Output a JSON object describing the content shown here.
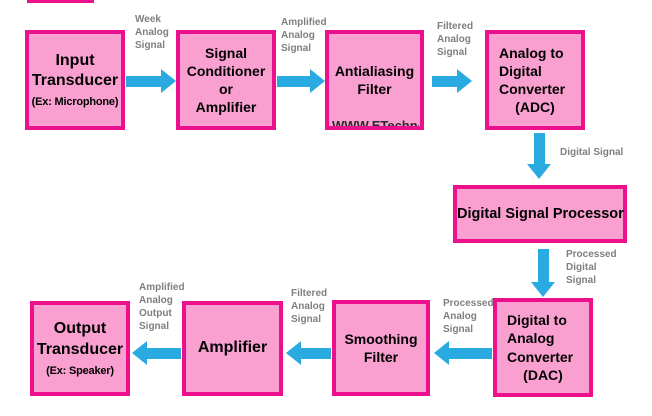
{
  "colors": {
    "box_fill": "#F9A0D0",
    "box_border": "#EC108C",
    "arrow": "#29ABE2",
    "label_text": "#7F7F7F",
    "box_text": "#000000"
  },
  "blocks": [
    {
      "id": "input-transducer",
      "lines": [
        "Input",
        "Transducer"
      ],
      "sub": "(Ex: Microphone)"
    },
    {
      "id": "signal-conditioner",
      "lines": [
        "Signal",
        "Conditioner",
        "or",
        "Amplifier"
      ]
    },
    {
      "id": "antialiasing-filter",
      "lines": [
        "Antialiasing",
        "Filter"
      ],
      "watermark": "WWW.ETechnoG"
    },
    {
      "id": "adc",
      "lines": [
        "Analog to",
        "Digital",
        "Converter",
        "(ADC)"
      ]
    },
    {
      "id": "dsp",
      "lines": [
        "Digital Signal Processor"
      ]
    },
    {
      "id": "dac",
      "lines": [
        "Digital to",
        "Analog",
        "Converter",
        "(DAC)"
      ]
    },
    {
      "id": "smoothing-filter",
      "lines": [
        "Smoothing",
        "Filter"
      ]
    },
    {
      "id": "amplifier",
      "lines": [
        "Amplifier"
      ]
    },
    {
      "id": "output-transducer",
      "lines": [
        "Output",
        "Transducer"
      ],
      "sub": "(Ex: Speaker)"
    }
  ],
  "arrow_labels": {
    "week": {
      "lines": [
        "Week",
        "Analog",
        "Signal"
      ]
    },
    "amplified_top": {
      "lines": [
        "Amplified",
        "Analog",
        "Signal"
      ]
    },
    "filtered_top": {
      "lines": [
        "Filtered",
        "Analog",
        "Signal"
      ]
    },
    "digital": {
      "lines": [
        "Digital Signal"
      ]
    },
    "processed_digital": {
      "lines": [
        "Processed",
        "Digital",
        "Signal"
      ]
    },
    "processed_analog": {
      "lines": [
        "Processed",
        "Analog",
        "Signal"
      ]
    },
    "filtered_bottom": {
      "lines": [
        "Filtered",
        "Analog",
        "Signal"
      ]
    },
    "amplified_output": {
      "lines": [
        "Amplified",
        "Analog",
        "Output",
        "Signal"
      ]
    }
  }
}
